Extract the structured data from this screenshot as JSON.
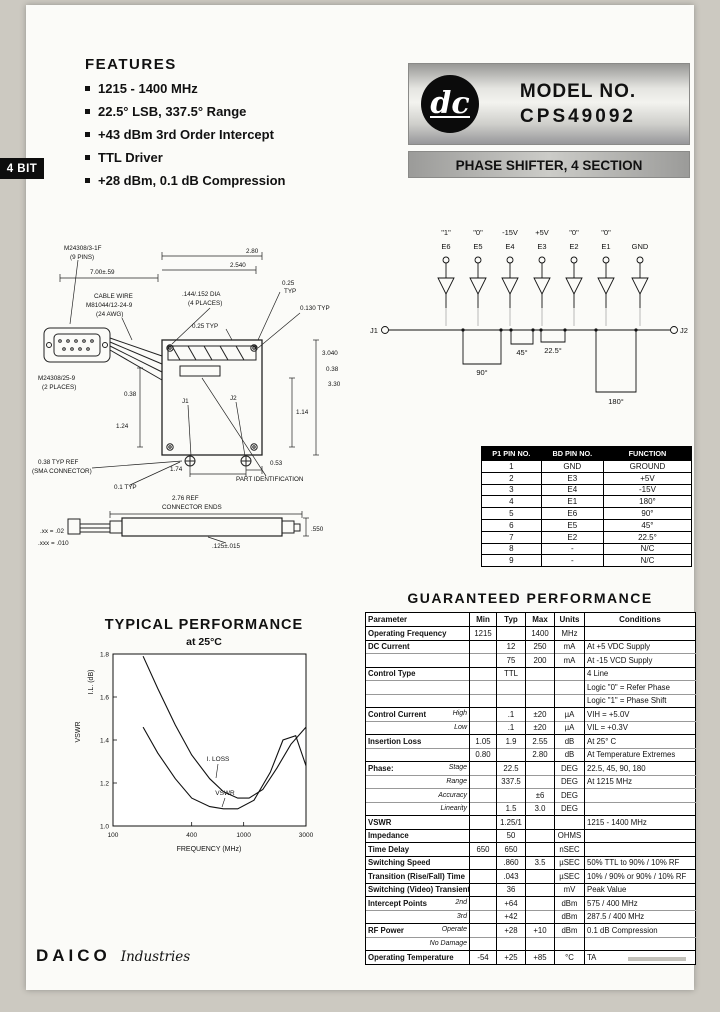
{
  "page": {
    "bit_label": "4 BIT",
    "features_title": "FEATURES",
    "features": [
      "1215 - 1400 MHz",
      "22.5° LSB, 337.5° Range",
      "+43 dBm 3rd Order Intercept",
      "TTL Driver",
      "+28 dBm, 0.1 dB Compression"
    ],
    "logo_text": "dc",
    "model_label": "MODEL NO.",
    "model_number": "CPS49092",
    "subtitle": "PHASE SHIFTER, 4 SECTION",
    "brand": "DAICO",
    "brand2": "Industries"
  },
  "schematic": {
    "tags": [
      "\"1\"",
      "\"0\"",
      "-15V",
      "+5V",
      "\"0\"",
      "\"0\""
    ],
    "pins": [
      "E6",
      "E5",
      "E4",
      "E3",
      "E2",
      "E1",
      "GND"
    ],
    "j1": "J1",
    "j2": "J2",
    "sections": [
      "90°",
      "45°",
      "22.5°",
      "180°"
    ]
  },
  "mech": {
    "conn_pn": "M24308/3-1F",
    "conn_pins": "(9 PINS)",
    "cable_len": "7.00±.59",
    "dim_280": "2.80",
    "dim_2540": "2.540",
    "dim_025a": "0.25",
    "dim_025a2": "TYP",
    "dim_0130": "0.130 TYP",
    "cable1": "CABLE WIRE",
    "cable2": "M81044/12-24-9",
    "cable3": "(24 AWG)",
    "holes1": ".144/.152 DIA",
    "holes2": "(4 PLACES)",
    "dim_025b": "0.25 TYP",
    "dim_3040": "3.040",
    "dim_038r": "0.38",
    "dim_330": "3.30",
    "dim_114": "1.14",
    "conn2_pn": "M24308/25-9",
    "conn2_note": "(2 PLACES)",
    "dim_038l": "0.38",
    "dim_124": "1.24",
    "j1": "J1",
    "j2": "J2",
    "sma1": "0.38 TYP REF",
    "sma2": "(SMA CONNECTOR)",
    "dim_174": "1.74",
    "dim_053": "0.53",
    "part_id": "PART IDENTIFICATION",
    "dim_01": "0.1 TYP",
    "ref276a": "2.76 REF",
    "ref276b": "CONNECTOR ENDS",
    "dim_550": ".550",
    "tol_xx": ".xx = .02",
    "tol_xxx": ".xxx = .010",
    "dim_125": ".125±.015"
  },
  "pin_table": {
    "headers": [
      "P1 PIN NO.",
      "BD PIN NO.",
      "FUNCTION"
    ],
    "rows": [
      [
        "1",
        "GND",
        "GROUND"
      ],
      [
        "2",
        "E3",
        "+5V"
      ],
      [
        "3",
        "E4",
        "-15V"
      ],
      [
        "4",
        "E1",
        "180°"
      ],
      [
        "5",
        "E6",
        "90°"
      ],
      [
        "6",
        "E5",
        "45°"
      ],
      [
        "7",
        "E2",
        "22.5°"
      ],
      [
        "8",
        "-",
        "N/C"
      ],
      [
        "9",
        "-",
        "N/C"
      ]
    ]
  },
  "performance": {
    "title": "GUARANTEED PERFORMANCE",
    "headers": [
      "Parameter",
      "Min",
      "Typ",
      "Max",
      "Units",
      "Conditions"
    ],
    "rows": [
      {
        "g": 1,
        "p": "Operating Frequency",
        "min": "1215",
        "max": "1400",
        "u": "MHz"
      },
      {
        "g": 1,
        "p": "DC Current",
        "typ": "12",
        "max": "250",
        "u": "mA",
        "c": "At +5 VDC Supply"
      },
      {
        "typ": "75",
        "max": "200",
        "u": "mA",
        "c": "At -15 VCD Supply"
      },
      {
        "g": 1,
        "p": "Control Type",
        "typ": "TTL",
        "c": "4 Line"
      },
      {
        "c": "Logic \"0\" = Refer Phase"
      },
      {
        "c": "Logic \"1\" = Phase Shift"
      },
      {
        "g": 1,
        "p": "Control Current",
        "s": "High",
        "typ": ".1",
        "max": "±20",
        "u": "µA",
        "c": "VIH = +5.0V"
      },
      {
        "s": "Low",
        "typ": ".1",
        "max": "±20",
        "u": "µA",
        "c": "VIL = +0.3V"
      },
      {
        "g": 1,
        "p": "Insertion Loss",
        "min": "1.05",
        "typ": "1.9",
        "max": "2.55",
        "u": "dB",
        "c": "At 25° C"
      },
      {
        "min": "0.80",
        "max": "2.80",
        "u": "dB",
        "c": "At Temperature Extremes"
      },
      {
        "g": 1,
        "p": "Phase:",
        "s": "Stage",
        "typ": "22.5",
        "u": "DEG",
        "c": "22.5, 45, 90, 180"
      },
      {
        "s": "Range",
        "typ": "337.5",
        "u": "DEG",
        "c": "At 1215 MHz"
      },
      {
        "s": "Accuracy",
        "max": "±6",
        "u": "DEG"
      },
      {
        "s": "Linearity",
        "typ": "1.5",
        "max": "3.0",
        "u": "DEG"
      },
      {
        "g": 1,
        "p": "VSWR",
        "typ": "1.25/1",
        "c": "1215 - 1400 MHz"
      },
      {
        "g": 1,
        "p": "Impedance",
        "typ": "50",
        "u": "OHMS"
      },
      {
        "g": 1,
        "p": "Time Delay",
        "min": "650",
        "typ": "650",
        "u": "nSEC"
      },
      {
        "g": 1,
        "p": "Switching Speed",
        "typ": ".860",
        "max": "3.5",
        "u": "µSEC",
        "c": "50% TTL to 90% / 10% RF"
      },
      {
        "g": 1,
        "p": "Transition (Rise/Fall) Time",
        "typ": ".043",
        "u": "µSEC",
        "c": "10% / 90% or 90% / 10% RF"
      },
      {
        "g": 1,
        "p": "Switching (Video) Transients",
        "typ": "36",
        "u": "mV",
        "c": "Peak Value"
      },
      {
        "g": 1,
        "p": "Intercept Points",
        "s": "2nd",
        "typ": "+64",
        "u": "dBm",
        "c": "575 / 400 MHz"
      },
      {
        "s": "3rd",
        "typ": "+42",
        "u": "dBm",
        "c": "287.5 / 400 MHz"
      },
      {
        "g": 1,
        "p": "RF Power",
        "s": "Operate",
        "typ": "+28",
        "max": "+10",
        "u": "dBm",
        "c": "0.1 dB Compression"
      },
      {
        "s": "No Damage"
      },
      {
        "g": 1,
        "p": "Operating Temperature",
        "min": "-54",
        "typ": "+25",
        "max": "+85",
        "u": "°C",
        "c": "TA"
      }
    ]
  },
  "typical": {
    "title": "TYPICAL PERFORMANCE",
    "subtitle": "at 25°C"
  },
  "chart_data": {
    "type": "line",
    "title": "TYPICAL PERFORMANCE at 25°C",
    "xlabel": "FREQUENCY (MHz)",
    "ylabel_left": "VSWR",
    "ylabel_left2": "I.L. (dB)",
    "x_scale": "log",
    "xlim": [
      100,
      3000
    ],
    "ylim": [
      1.0,
      1.8
    ],
    "x_ticks": [
      100,
      400,
      1000,
      3000
    ],
    "y_ticks": [
      1.0,
      1.2,
      1.4,
      1.6,
      1.8
    ],
    "grid": false,
    "legend": "inline-labels",
    "series": [
      {
        "name": "I. LOSS",
        "x": [
          170,
          220,
          300,
          400,
          550,
          700,
          900,
          1100,
          1400,
          1800,
          2300,
          3000
        ],
        "y": [
          1.79,
          1.64,
          1.47,
          1.33,
          1.22,
          1.16,
          1.13,
          1.13,
          1.17,
          1.27,
          1.38,
          1.46
        ]
      },
      {
        "name": "VSWR",
        "x": [
          170,
          220,
          300,
          400,
          550,
          700,
          900,
          1200,
          1600,
          2000,
          2500,
          3000
        ],
        "y": [
          1.46,
          1.34,
          1.22,
          1.13,
          1.09,
          1.08,
          1.08,
          1.12,
          1.25,
          1.4,
          1.42,
          1.28
        ]
      }
    ]
  }
}
